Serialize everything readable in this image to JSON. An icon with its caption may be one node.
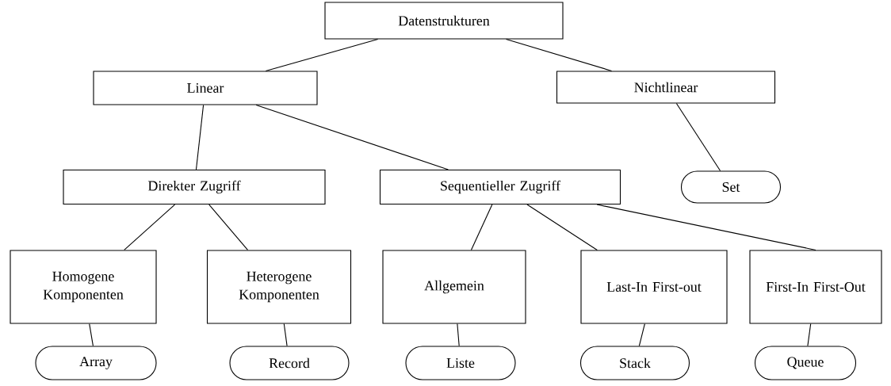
{
  "diagram": {
    "nodes": [
      {
        "text": [
          "Datenstrukturen"
        ]
      },
      {
        "text": [
          "Linear"
        ]
      },
      {
        "text": [
          "Nichtlinear"
        ]
      },
      {
        "text": [
          "Direkter Zugriff"
        ]
      },
      {
        "text": [
          "Sequentieller Zugriff"
        ]
      },
      {
        "text": [
          "Set"
        ]
      },
      {
        "text": [
          "Homogene Komponenten"
        ]
      },
      {
        "text": [
          "Heterogene Komponenten"
        ]
      },
      {
        "text": [
          "Allgemein"
        ]
      },
      {
        "text": [
          "Last-In First-out"
        ]
      },
      {
        "text": [
          "First-In First-Out"
        ]
      },
      {
        "text": [
          "Array"
        ]
      },
      {
        "text": [
          "Record"
        ]
      },
      {
        "text": [
          "Liste"
        ]
      },
      {
        "text": [
          "Stack"
        ]
      },
      {
        "text": [
          "Queue"
        ]
      }
    ],
    "edges": [
      {
        "from": 0,
        "to": 1,
        "arrow": "none"
      },
      {
        "from": 0,
        "to": 2,
        "arrow": "none"
      },
      {
        "from": 1,
        "to": 3,
        "arrow": "none"
      },
      {
        "from": 1,
        "to": 4,
        "arrow": "none"
      },
      {
        "from": 2,
        "to": 5,
        "arrow": "none"
      },
      {
        "from": 3,
        "to": 6,
        "arrow": "none"
      },
      {
        "from": 3,
        "to": 7,
        "arrow": "none"
      },
      {
        "from": 4,
        "to": 8,
        "arrow": "none"
      },
      {
        "from": 4,
        "to": 9,
        "arrow": "none"
      },
      {
        "from": 4,
        "to": 10,
        "arrow": "none"
      },
      {
        "from": 6,
        "to": 11,
        "arrow": "none"
      },
      {
        "from": 7,
        "to": 12,
        "arrow": "none"
      },
      {
        "from": 8,
        "to": 13,
        "arrow": "none"
      },
      {
        "from": 9,
        "to": 14,
        "arrow": "none"
      },
      {
        "from": 10,
        "to": 15,
        "arrow": "none"
      }
    ]
  }
}
